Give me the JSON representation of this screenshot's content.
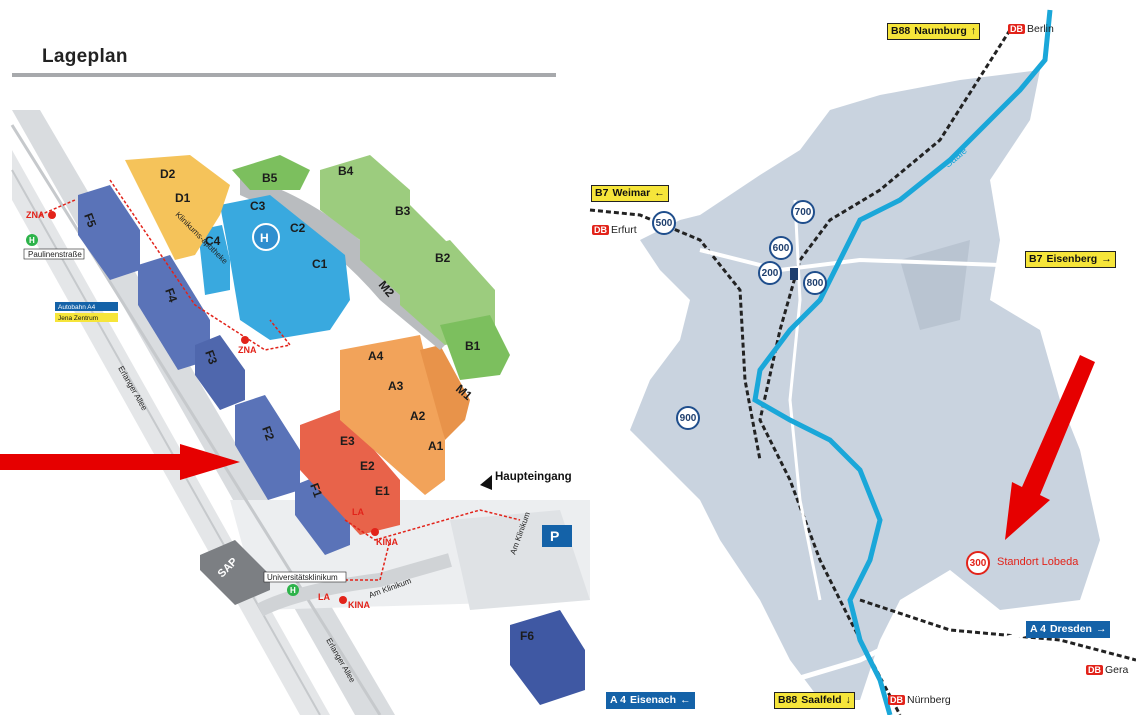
{
  "site_plan": {
    "title": "Lageplan",
    "buildings": {
      "F1": "F1",
      "F2": "F2",
      "F3": "F3",
      "F4": "F4",
      "F5": "F5",
      "F6": "F6",
      "E1": "E1",
      "E2": "E2",
      "E3": "E3",
      "A1": "A1",
      "A2": "A2",
      "A3": "A3",
      "A4": "A4",
      "B1": "B1",
      "B2": "B2",
      "B3": "B3",
      "B4": "B4",
      "B5": "B5",
      "C1": "C1",
      "C2": "C2",
      "C3": "C3",
      "C4": "C4",
      "D1": "D1",
      "D2": "D2",
      "M1": "M1",
      "M2": "M2"
    },
    "labels": {
      "zna_1": "ZNA",
      "zna_2": "ZNA",
      "kina_1": "KINA",
      "kina_2": "KINA",
      "la_1": "LA",
      "la_2": "LA",
      "haupteingang": "Haupteingang",
      "stop_1": "Paulinenstraße",
      "stop_2": "Universitätsklinikum",
      "autobahn": "Autobahn A4",
      "zentrum": "Jena Zentrum",
      "erlanger_1": "Erlanger Allee",
      "erlanger_2": "Erlanger Allee",
      "am_klinikum_1": "Am Klinikum",
      "am_klinikum_2": "Am Klinikum",
      "sap": "SAP",
      "apotheke": "Klinikums-apotheke",
      "helipad": "H",
      "parking": "P",
      "bus": "H"
    }
  },
  "region_map": {
    "road_signs": {
      "b88_north": {
        "route": "B88",
        "dest": "Naumburg",
        "arrow": "↑"
      },
      "b7_west": {
        "route": "B7",
        "dest": "Weimar",
        "arrow": "←"
      },
      "b7_east": {
        "route": "B7",
        "dest": "Eisenberg",
        "arrow": "→"
      },
      "a4_east": {
        "route": "A 4",
        "dest": "Dresden",
        "arrow": "→"
      },
      "a4_west": {
        "route": "A 4",
        "dest": "Eisenach",
        "arrow": "←"
      },
      "b88_south": {
        "route": "B88",
        "dest": "Saalfeld",
        "arrow": "↓"
      }
    },
    "rail": {
      "berlin": "Berlin",
      "erfurt": "Erfurt",
      "gera": "Gera",
      "nuernberg": "Nürnberg",
      "db": "DB"
    },
    "river": "Saale",
    "locations": [
      "500",
      "700",
      "600",
      "200",
      "800",
      "900"
    ],
    "lobeda": {
      "number": "300",
      "label": "Standort Lobeda"
    }
  },
  "colors": {
    "building_f": "#5a73b8",
    "building_e": "#e8634a",
    "building_a": "#f2a35a",
    "building_b": "#9ccc7e",
    "building_c": "#39a9df",
    "building_d": "#f5c35a",
    "river": "#1aa7d9",
    "city": "#c9d3df",
    "arrow": "#e60000"
  }
}
